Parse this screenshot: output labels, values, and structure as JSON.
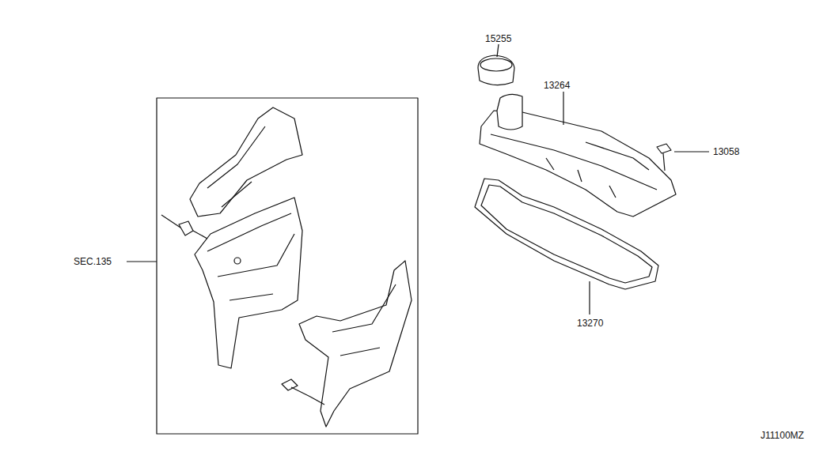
{
  "diagram": {
    "labels": [
      "15255",
      "13264",
      "13058",
      "SEC.135",
      "13270",
      "J11100MZ"
    ]
  }
}
